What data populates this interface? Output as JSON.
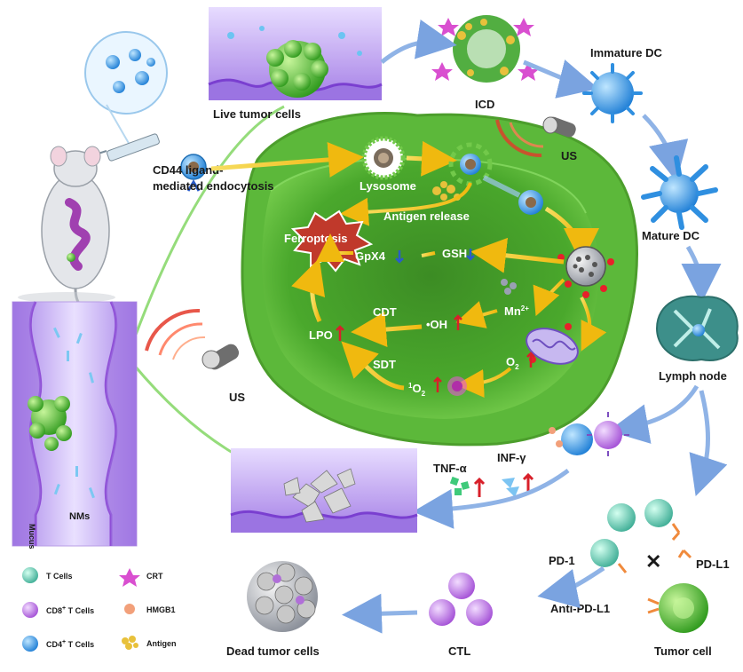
{
  "labels": {
    "live_tumor_cells": "Live tumor cells",
    "icd": "ICD",
    "immature_dc": "Immature DC",
    "mature_dc": "Mature DC",
    "lymph_node": "Lymph node",
    "us_top": "US",
    "us_left": "US",
    "cd44_line1": "CD44 ligand-",
    "cd44_line2": "mediated endocytosis",
    "lysosome": "Lysosome",
    "antigen_release": "Antigen  release",
    "ferroptosis": "Ferroptosis",
    "gpx4": "GpX4",
    "gsh": "GSH",
    "mn": "Mn",
    "mn_sup": "2+",
    "cdt": "CDT",
    "sdt": "SDT",
    "oh": "•OH",
    "lpo": "LPO",
    "o2": "O",
    "o2_sub": "2",
    "singlet_pre": "1",
    "singlet": "O",
    "singlet_sub": "2",
    "tnf": "TNF-α",
    "infg": "INF-γ",
    "pd1": "PD-1",
    "pdl1": "PD-L1",
    "anti_pdl1": "Anti-PD-L1",
    "tumor_cell": "Tumor cell",
    "ctl": "CTL",
    "dead_tumor_cells": "Dead tumor cells",
    "mucus": "Mucus",
    "nms": "NMs"
  },
  "legend": {
    "t_cells": "T Cells",
    "cd8": "CD8",
    "cd8_rest": " T Cells",
    "cd4": "CD4",
    "cd4_rest": " T Cells",
    "plus": "+",
    "crt": "CRT",
    "hmgb1": "HMGB1",
    "antigen": "Antigen"
  },
  "colors": {
    "tumor_green": "#4caf2e",
    "yellow_arrow": "#f2c21b",
    "dc_blue": "#2f8fe0",
    "tissue_purple": "#b79ae8",
    "flow_arrow": "#8fb3e6",
    "red_up": "#d8202a",
    "blue_down": "#2a5cc8",
    "ferroptosis_red": "#c0392b"
  }
}
